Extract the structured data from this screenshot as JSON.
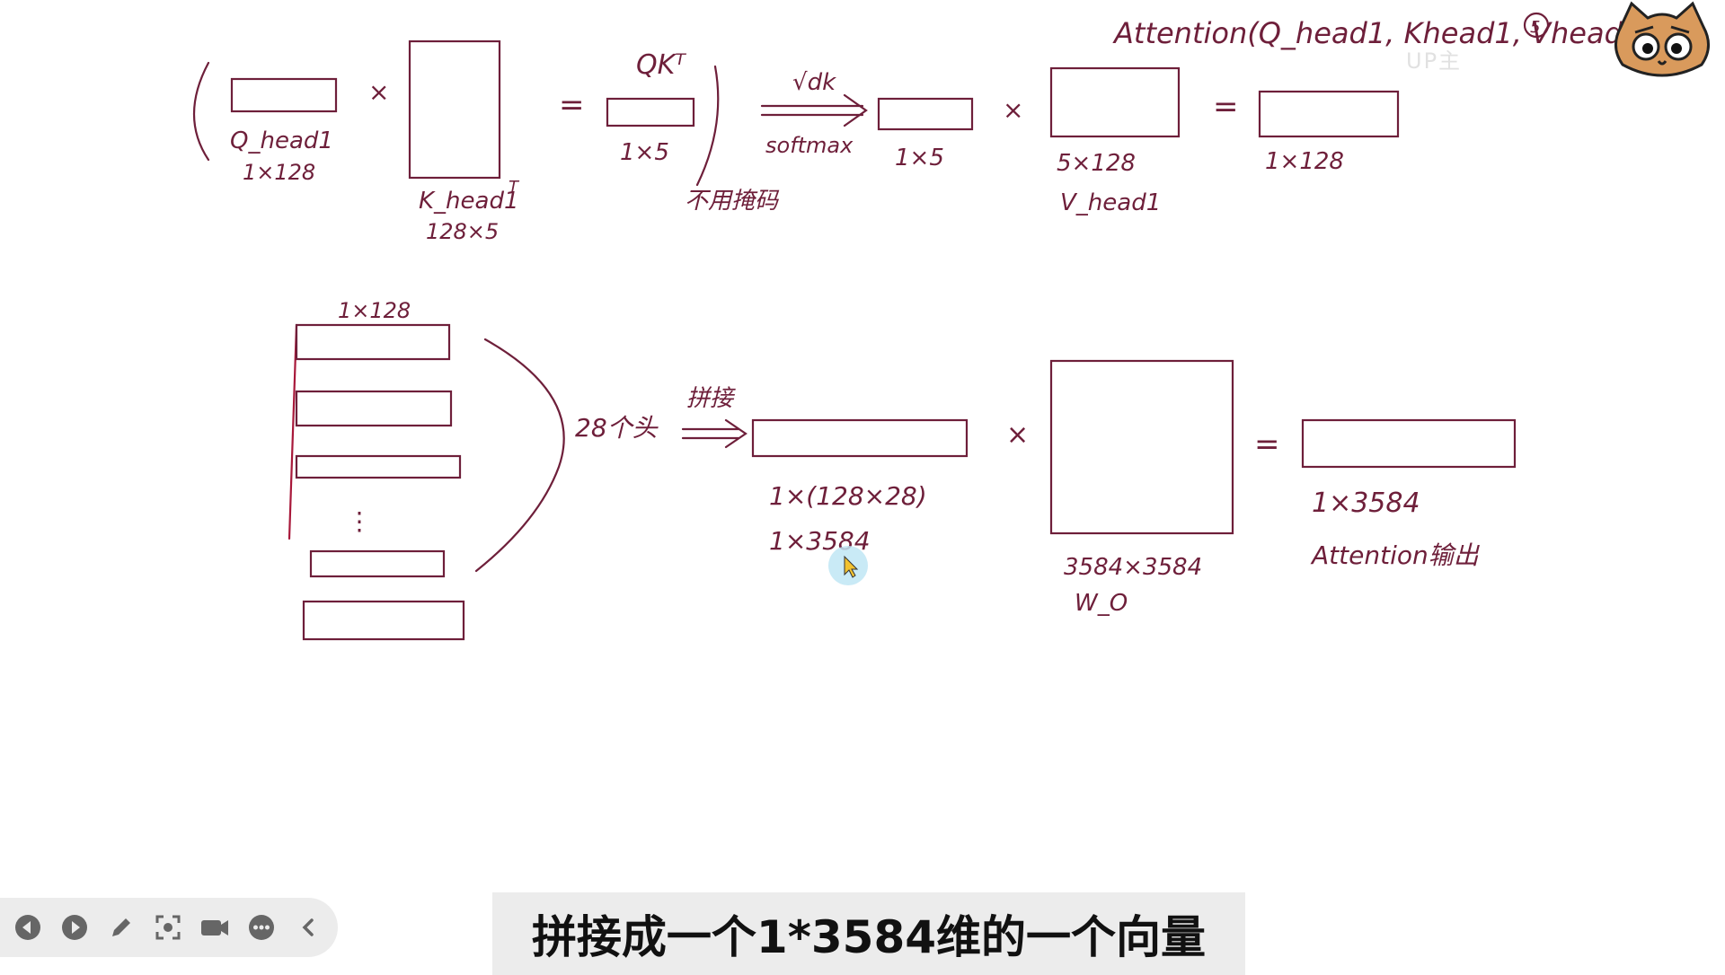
{
  "whiteboard": {
    "title": "Attention(Q_head1, Khead1, Vhead1)",
    "page_number": "5",
    "row1": {
      "q_label": "Q_head1",
      "q_dim": "1×128",
      "times1": "×",
      "k_label": "K_head1",
      "k_transpose": "T",
      "k_dim": "128×5",
      "equals1": "=",
      "qk_label": "QKᵀ",
      "qk_dim": "1×5",
      "mask_note": "不用掩码",
      "scale_label": "√dk",
      "softmax_label": "softmax",
      "s_dim": "1×5",
      "times2": "×",
      "v_dim": "5×128",
      "v_label": "V_head1",
      "equals2": "=",
      "out_dim": "1×128"
    },
    "row2": {
      "heads_dim": "1×128",
      "heads_ellipsis": "⋮",
      "heads_count": "28个头",
      "concat_label": "拼接",
      "concat_dim1": "1×(128×28)",
      "concat_dim2": "1×3584",
      "times": "×",
      "wo_dim": "3584×3584",
      "wo_label": "W_O",
      "equals": "=",
      "out_dim": "1×3584",
      "out_label": "Attention输出"
    }
  },
  "branding": {
    "uploader": "UP主",
    "site_logo_icon": "cat-face-logo-icon"
  },
  "toolbar": {
    "icons": [
      "prev-icon",
      "play-icon",
      "pen-icon",
      "screenshot-icon",
      "camera-icon",
      "more-icon",
      "collapse-chevron-icon"
    ]
  },
  "subtitle": {
    "text": "拼接成一个1*3584维的一个向量"
  },
  "colors": {
    "ink": "#6e1f3a",
    "cursor_highlight": "#bfe6f5"
  }
}
